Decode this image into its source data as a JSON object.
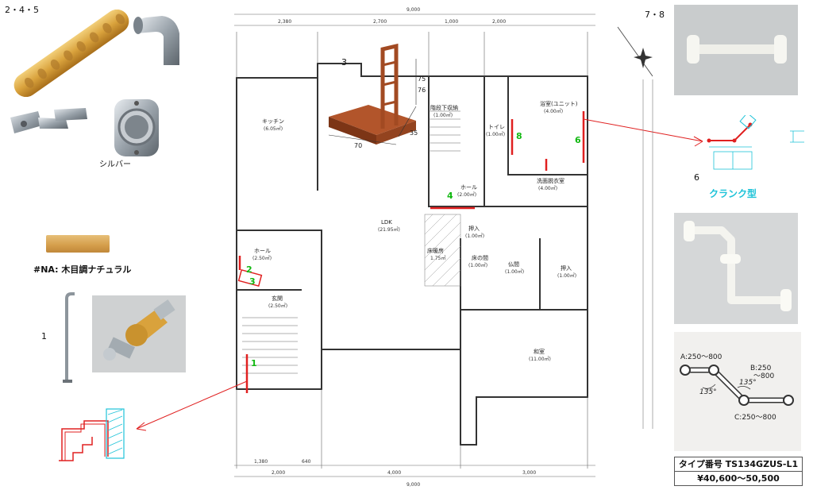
{
  "labels": {
    "group_245": "2・4・5",
    "group_78": "7・8",
    "item_1": "1",
    "item_3": "3",
    "item_6": "6",
    "silver": "シルバー",
    "natural": "#NA: 木目調ナチュラル",
    "crank": "クランク型"
  },
  "step_dims": {
    "w": "70",
    "d": "35",
    "h1": "75",
    "h2": "76"
  },
  "crank_dims": {
    "a": "A:250～800",
    "b": "B:250\n～800",
    "c": "C:250～800",
    "angle": "135°"
  },
  "spec": {
    "type_number": "タイプ番号 TS134GZUS-L1",
    "price": "¥40,600～50,500"
  },
  "plan": {
    "top_dims": [
      "2,380",
      "2,700",
      "1,000",
      "2,000"
    ],
    "top_total": "9,000",
    "bottom_dims": [
      "2,000",
      "4,000",
      "3,000"
    ],
    "bottom_small": [
      "1,380",
      "640"
    ],
    "bottom_total": "9,000",
    "rooms": [
      {
        "name": "キッチン",
        "area": "(6.05㎡)"
      },
      {
        "name": "ホール",
        "area": "(2.50㎡)"
      },
      {
        "name": "玄関",
        "area": "(2.50㎡)"
      },
      {
        "name": "LDK",
        "area": "(21.95㎡)"
      },
      {
        "name": "階段下収納",
        "area": "(1.00㎡)"
      },
      {
        "name": "浴室(ユニット)",
        "area": "(4.00㎡)"
      },
      {
        "name": "洗面脱衣室",
        "area": "(4.00㎡)"
      },
      {
        "name": "ホール",
        "area": "(2.00㎡)"
      },
      {
        "name": "押入",
        "area": "(1.00㎡)"
      },
      {
        "name": "仏間",
        "area": "(1.00㎡)"
      },
      {
        "name": "押入",
        "area": "(1.00㎡)"
      },
      {
        "name": "和室",
        "area": "(11.00㎡)"
      },
      {
        "name": "床の間",
        "area": "(1.00㎡)"
      },
      {
        "name": "トイレ",
        "area": "(1.00㎡)"
      },
      {
        "name": "床暖房",
        "area": "1.75㎡"
      }
    ],
    "markers": [
      "1",
      "2",
      "3",
      "4",
      "6",
      "8"
    ]
  },
  "colors": {
    "accent": "#e02020",
    "marker": "#12b812",
    "crank": "#1ec3d8",
    "wood": "#d9a23c"
  }
}
